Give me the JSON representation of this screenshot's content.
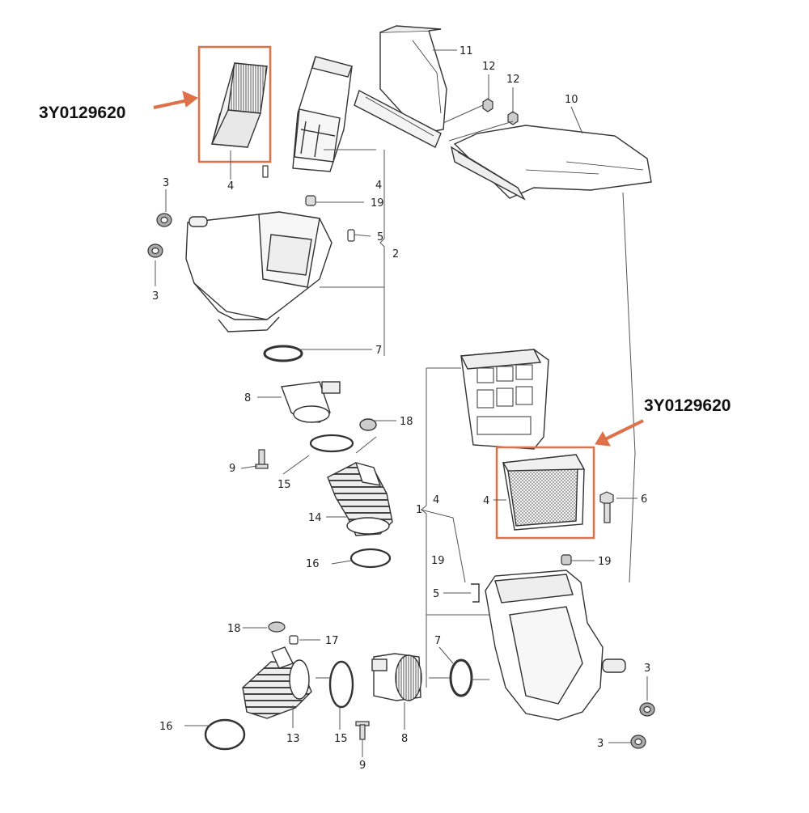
{
  "part_number_callouts": [
    {
      "text": "3Y0129620"
    },
    {
      "text": "3Y0129620"
    }
  ],
  "labels": {
    "l11": "11",
    "l12a": "12",
    "l12b": "12",
    "l10": "10",
    "l3a": "3",
    "l3b": "3",
    "l4a": "4",
    "l4b": "4",
    "l19a": "19",
    "l5a": "5",
    "l2": "2",
    "l7a": "7",
    "l8a": "8",
    "l18a": "18",
    "l9a": "9",
    "l15a": "15",
    "l14": "14",
    "l16a": "16",
    "l1": "1",
    "l4c": "4",
    "l4d": "4",
    "l6": "6",
    "l19b": "19",
    "l19c": "19",
    "l5b": "5",
    "l7b": "7",
    "l18b": "18",
    "l17": "17",
    "l16b": "16",
    "l13": "13",
    "l15b": "15",
    "l8b": "8",
    "l9b": "9",
    "l3c": "3",
    "l3d": "3"
  },
  "colors": {
    "highlight": "#E07048",
    "line": "#333333",
    "leader": "#555555"
  }
}
